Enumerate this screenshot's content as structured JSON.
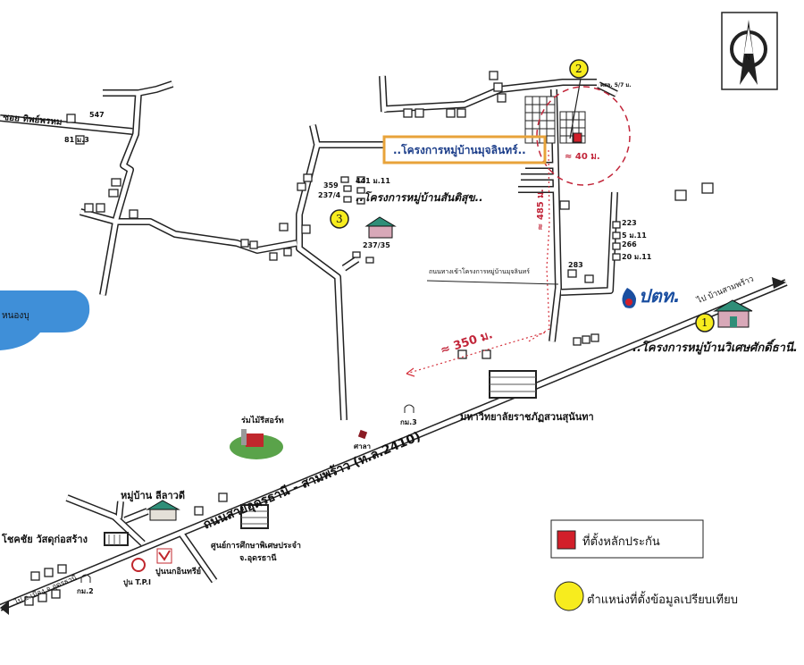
{
  "map": {
    "highlight_project": "..โครงการหมู่บ้านมุจลินทร์..",
    "main_road": "ถนนสายอุดรธานี - สามพร้าว (ท.ล.2410)",
    "to_east": "ไป บ้านสามพร้าว",
    "to_west": "ไป อ.เมือง จ.อุดรธานี",
    "access_road": "ถนนทางเข้าโครงการหมู่บ้านมุจลินทร์",
    "soi": "ซอย ทิพย์พรหม",
    "lake": "หนองบุ",
    "north": "N",
    "distances": {
      "d40": "≈ 40 ม.",
      "d485": "≈ 485 ม.",
      "d350": "≈ 350 ม."
    },
    "comparables": [
      {
        "num": "1",
        "label": "..โครงการหมู่บ้านวิเศษศักดิ์ธานี."
      },
      {
        "num": "2",
        "label": ""
      },
      {
        "num": "3",
        "label": "..โครงการหมู่บ้านสันติสุข.."
      }
    ],
    "landmarks": {
      "ptt": "ปตท.",
      "university": "มหาวิทยาลัยราชภัฏสวนสุนันทา",
      "resort": "ร่มไม้รีสอร์ท",
      "sala": "ศาลา",
      "km3": "กม.3",
      "km2": "กม.2",
      "village": "หมู่บ้าน ลีลาวดี",
      "shop": "โชคชัย วัสดุก่อสร้าง",
      "school1": "ศูนย์การศึกษาพิเศษประจำ",
      "school2": "จ.อุดรธานี",
      "cement1": "ปูนนกอินทรีย์",
      "cement2": "ปูน T.P.I"
    },
    "house_numbers": {
      "h547": "547",
      "h81": "81 ม.3",
      "h441": "441 ม.11",
      "h359": "359",
      "h237_4": "237/4",
      "h237_35": "237/35",
      "h223": "223",
      "h5": "5 ม.11",
      "h266": "266",
      "h20": "20 ม.11",
      "h283": "283",
      "kso": "คสล. 5/7 ม."
    }
  },
  "legend": {
    "collateral": "ที่ตั้งหลักประกัน",
    "comparable": "ตำแหน่งที่ตั้งข้อมูลเปรียบเทียบ",
    "collateral_color": "#d21f2a",
    "comparable_color": "#f7ec1e"
  }
}
